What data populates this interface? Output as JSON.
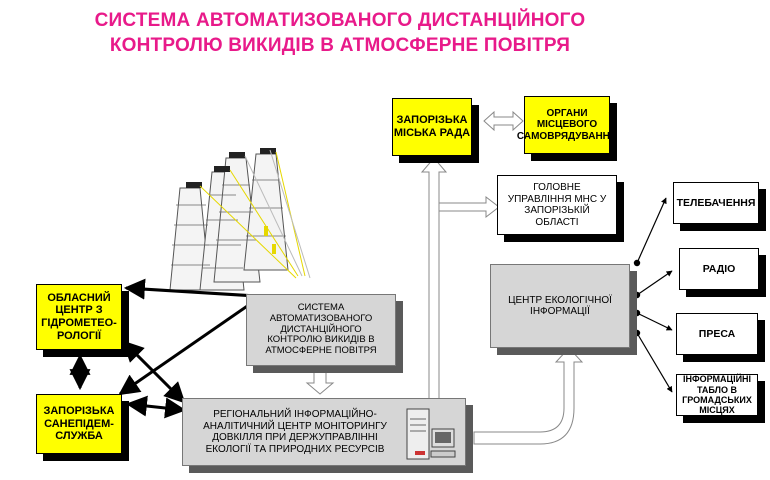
{
  "title": {
    "line1": "СИСТЕМА АВТОМАТИЗОВАНОГО ДИСТАНЦІЙНОГО",
    "line2": "КОНТРОЛЮ ВИКИДІВ В АТМОСФЕРНЕ ПОВІТРЯ"
  },
  "boxes": {
    "city_council": "ЗАПОРІЗЬКА МІСЬКА РАДА",
    "self_government": "ОРГАНИ МІСЦЕВОГО САМОВРЯДУВАННЯ",
    "mns": "ГОЛОВНЕ УПРАВЛІННЯ МНС У ЗАПОРІЗЬКІЙ ОБЛАСТІ",
    "hydromet": "ОБЛАСНИЙ ЦЕНТР З ГІДРОМЕТЕО-РОЛОГІЇ",
    "sanitary": "ЗАПОРІЗЬКА САНЕПІДЕМ-СЛУЖБА",
    "system": "СИСТЕМА АВТОМАТИЗОВАНОГО ДИСТАНЦІЙНОГО КОНТРОЛЮ ВИКИДІВ В АТМОСФЕРНЕ ПОВІТРЯ",
    "regional": "РЕГІОНАЛЬНИЙ ІНФОРМАЦІЙНО-АНАЛІТИЧНИЙ ЦЕНТР МОНІТОРИНГУ ДОВКІЛЛЯ ПРИ ДЕРЖУПРАВЛІННІ ЕКОЛОГІЇ ТА ПРИРОДНИХ РЕСУРСІВ",
    "eco_center": "ЦЕНТР ЕКОЛОГІЧНОЇ ІНФОРМАЦІЇ",
    "tv": "ТЕЛЕБАЧЕННЯ",
    "radio": "РАДІО",
    "press": "ПРЕСА",
    "boards": "ІНФОРМАЦІЙНІ ТАБЛО В ГРОМАДСЬКИХ МІСЦЯХ"
  },
  "colors": {
    "title": "#e81a8a",
    "yellow": "#ffff00",
    "gray": "#d6d6d6"
  },
  "icons": [
    "factory-chimneys-icon",
    "computer-server-icon"
  ]
}
